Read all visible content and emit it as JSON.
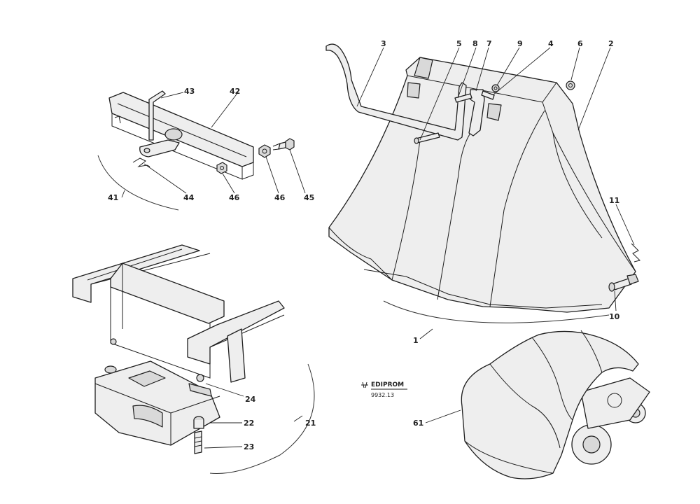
{
  "callouts": {
    "c1": "1",
    "c2": "2",
    "c3": "3",
    "c4": "4",
    "c5": "5",
    "c6": "6",
    "c7": "7",
    "c8": "8",
    "c9": "9",
    "c10": "10",
    "c11": "11",
    "c21": "21",
    "c22": "22",
    "c23": "23",
    "c24": "24",
    "c41": "41",
    "c42": "42",
    "c43": "43",
    "c44": "44",
    "c45": "45",
    "c46a": "46",
    "c46b": "46",
    "c61": "61"
  },
  "logo": {
    "brand": "EDIPROM",
    "code": "9932.13"
  }
}
